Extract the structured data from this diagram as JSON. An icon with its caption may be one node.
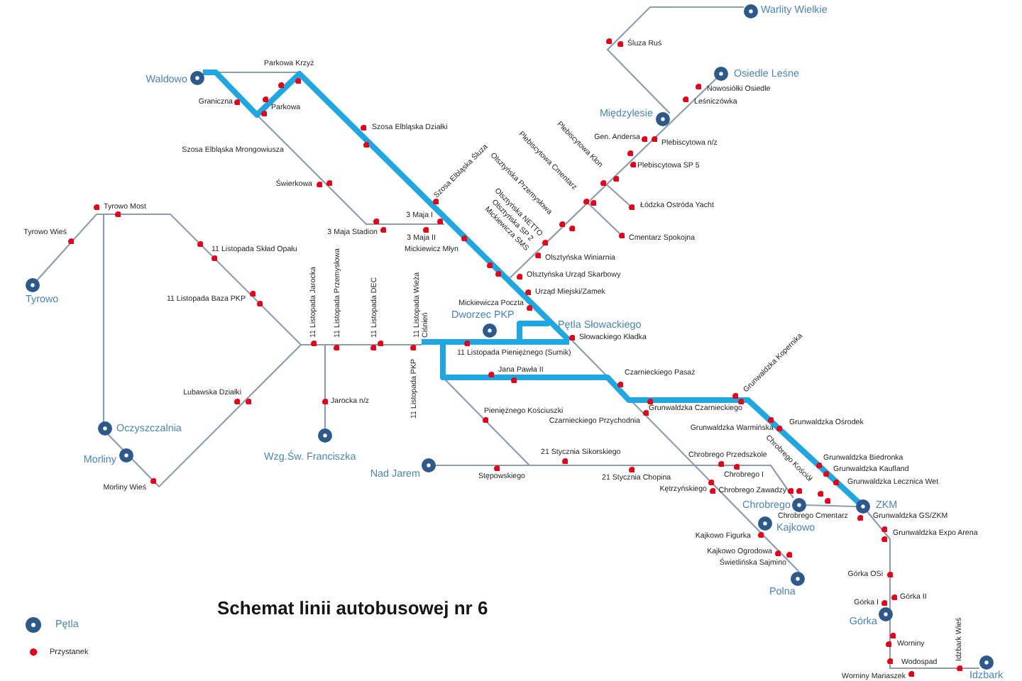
{
  "diagram": {
    "title": "Schemat linii autobusowej nr 6",
    "labels": [
      "Warlity Wielkie",
      "Śluza Ruś",
      "Osiedle Leśne",
      "Waldowo",
      "Parkowa Krzyż",
      "Nowosiółki Osiedle",
      "Leśniczówka",
      "Graniczna",
      "Parkowa",
      "Międzylesie",
      "Plebiscytowa Klon",
      "Szosa Elbląska Działki",
      "Gen. Andersa",
      "Plebiscytowa Cmentarz",
      "Plebiscytowa n/z",
      "Szosa Elbląska Mrongowiusza",
      "Olsztyńska Przemysłowa",
      "Plebiscytowa SP 5",
      "Świerkowa",
      "Szosa Elbląska Śluza",
      "Olsztyńska NETTO",
      "Łódzka Ostróda Yacht",
      "Tyrowo Most",
      "3 Maja I",
      "Mickiewicza SMS",
      "Olsztyńska SP 2",
      "3 Maja Stadion",
      "Tyrowo Wieś",
      "Cmentarz Spokojna",
      "3 Maja II",
      "Mickiewicz Młyn",
      "11 Listopada Skład Opału",
      "Olsztyńska Winiarnia",
      "Olsztyńska Urząd Skarbowy",
      "Urząd Miejski/Zamek",
      "Tyrowo",
      "11 Listopada Baza PKP",
      "Mickiewicza Poczta",
      "11 Listopada Jarocka",
      "11 Listopada Przemysłowa",
      "11 Listopada DEC",
      "11 Listopada Wieża Ciśnień",
      "Dworzec PKP",
      "Pętla Słowackiego",
      "Słowackiego Kładka",
      "Grunwaldzka Kopernika",
      "11 Listopada Pieniężnego (Sumik)",
      "11 Listopada PKP",
      "Jana Pawła II",
      "Czarnieckiego Pasaż",
      "Lubawska Działki",
      "Jarocka n/z",
      "Grunwaldzka Czarnieckiego",
      "Pieniężnego Kościuszki",
      "Czarnieckiego Przychodnia",
      "Grunwaldzka Ośrodek",
      "Oczyszczalnia",
      "Grunwaldzka Warmińska",
      "21 Stycznia Sikorskiego",
      "Chrobrego Przedszkole",
      "Grunwaldzka Biedronka",
      "Wzg.Św. Franciszka",
      "Morliny",
      "Grunwaldzka Kaufland",
      "Nad Jarem",
      "Chrobrego I",
      "Stępowskiego",
      "21 Stycznia Chopina",
      "Grunwaldzka Lecznica Wet",
      "Chrobrego Kościół",
      "Morliny Wieś",
      "Chrobrego Zawadzy",
      "Kętrzyńskiego",
      "Chrobrego",
      "ZKM",
      "Chrobrego Cmentarz",
      "Grunwaldzka GS/ZKM",
      "Kajkowo",
      "Grunwaldzka Expo Arena",
      "Kajkowo Figurka",
      "Kajkowo Ogrodowa",
      "Świetlińska Sajmino",
      "Górka OSi",
      "Polna",
      "Górka II",
      "Górka I",
      "Górka",
      "Idzbark Wieś",
      "Worniny",
      "Wodospad",
      "Worniny Mariaszek",
      "Idzbark"
    ],
    "legend": [
      {
        "text": "Pętla"
      },
      {
        "text": "Przystanek",
        "color": "#e3061b"
      }
    ]
  }
}
